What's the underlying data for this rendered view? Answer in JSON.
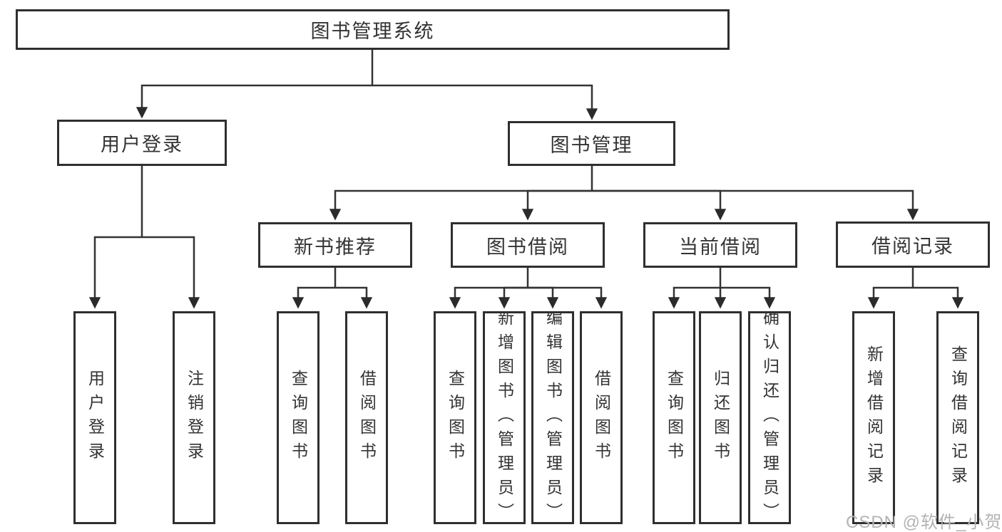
{
  "diagram": {
    "title": "图书管理系统",
    "branches": [
      {
        "label": "用户登录",
        "leaves": [
          "用户登录",
          "注销登录"
        ]
      },
      {
        "label": "图书管理",
        "groups": [
          {
            "label": "新书推荐",
            "leaves": [
              "查询图书",
              "借阅图书"
            ]
          },
          {
            "label": "图书借阅",
            "leaves": [
              "查询图书",
              "新增图书（管理员）",
              "编辑图书（管理员）",
              "借阅图书"
            ]
          },
          {
            "label": "当前借阅",
            "leaves": [
              "查询图书",
              "归还图书",
              "确认归还（管理员）"
            ]
          },
          {
            "label": "借阅记录",
            "leaves": [
              "新增借阅记录",
              "查询借阅记录"
            ]
          }
        ]
      }
    ]
  },
  "watermark": {
    "text": "CSDN @软件_小贺同学"
  },
  "colors": {
    "background": "#ffffff",
    "box_border": "#2f2f2f",
    "connector_line": "#333333",
    "text": "#333333",
    "watermark_text": "#b3b3b3"
  }
}
